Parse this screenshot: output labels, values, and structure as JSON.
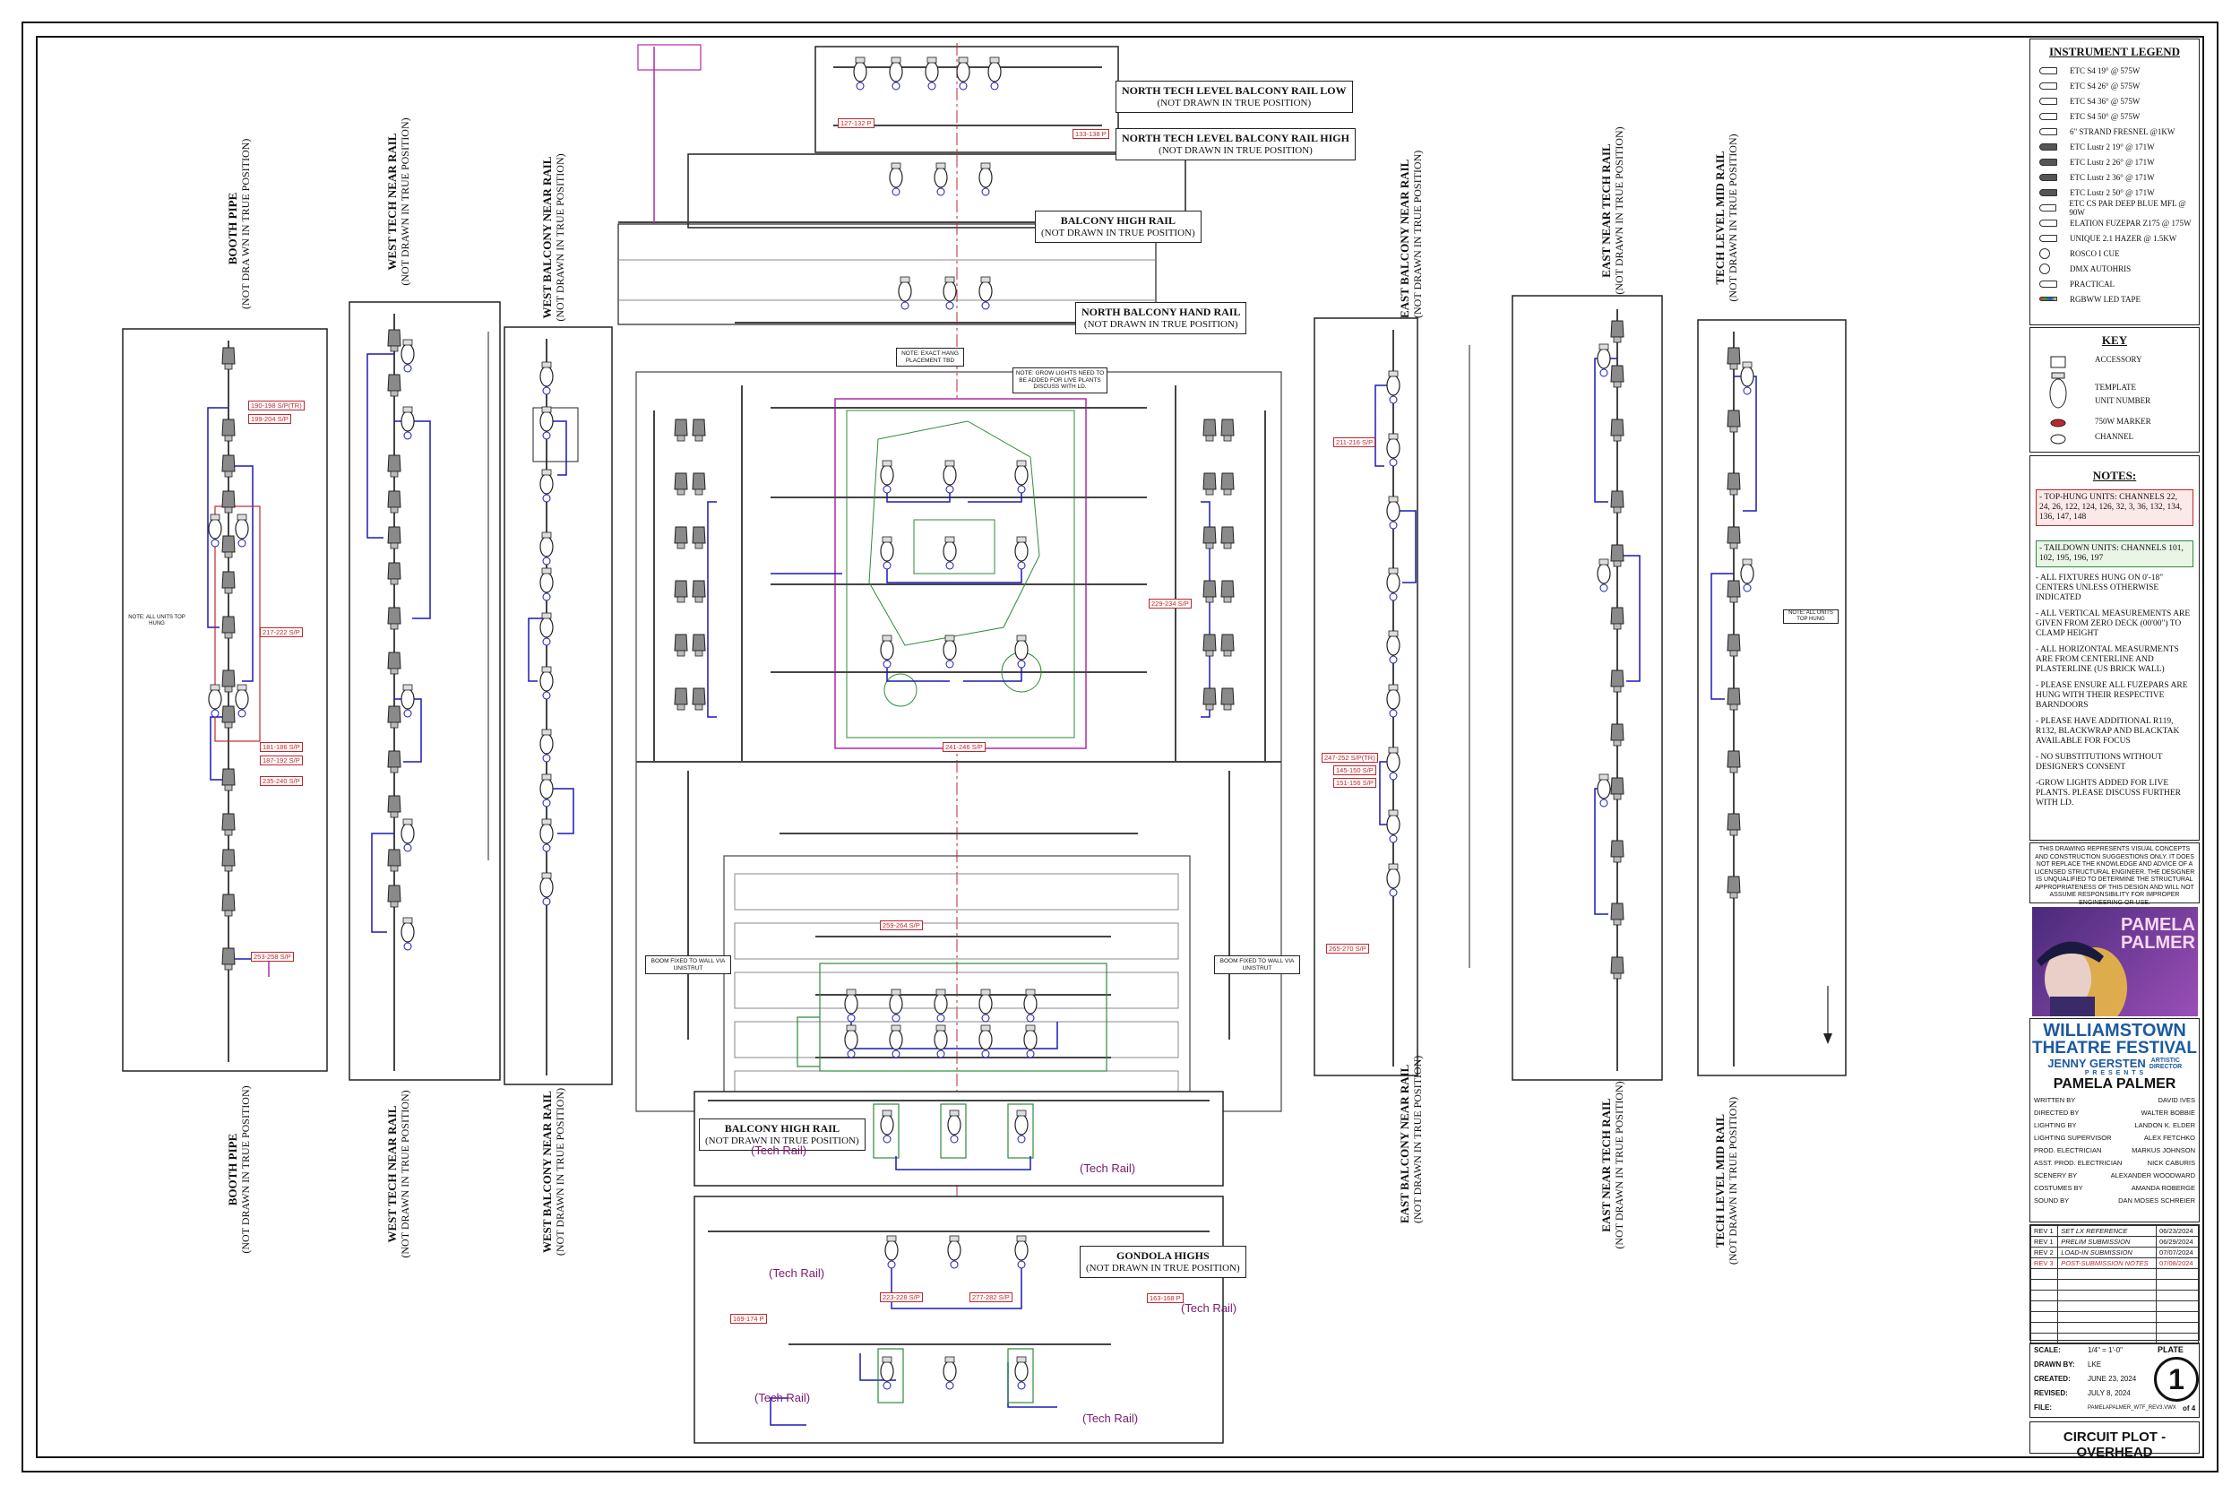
{
  "pipe_labels": {
    "booth_pipe": {
      "title": "BOOTH PIPE",
      "sub_top": "(NOT DRA WN IN TRUE POSITION)",
      "sub_bottom": "(NOT DRAWN IN TRUE POSITION)"
    },
    "west_tech_near": {
      "title": "WEST TECH NEAR RAIL",
      "sub": "(NOT DRAWN IN TRUE POSITION)"
    },
    "west_balcony_near": {
      "title": "WEST BALCONY NEAR RAIL",
      "sub": "(NOT DRAWN IN TRUE POSITION)"
    },
    "east_balcony_near": {
      "title": "EAST BALCONY NEAR RAIL",
      "sub": "(NOT DRAWN IN TRUE POSITION)"
    },
    "east_near_tech": {
      "title": "EAST NEAR TECH RAIL",
      "sub": "(NOT DRAWN IN TRUE POSITION)"
    },
    "tech_level_mid": {
      "title": "TECH LEVEL MID RAIL",
      "sub": "(NOT DRAWN IN TRUE POSITION)"
    }
  },
  "center_labels": {
    "ntl_low": {
      "title": "NORTH TECH LEVEL BALCONY RAIL LOW",
      "sub": "(NOT DRAWN IN TRUE POSITION)"
    },
    "ntl_high": {
      "title": "NORTH TECH LEVEL BALCONY RAIL HIGH",
      "sub": "(NOT DRAWN IN TRUE POSITION)"
    },
    "balcony_high_top": {
      "title": "BALCONY HIGH RAIL",
      "sub": "(NOT DRAWN IN TRUE POSITION)"
    },
    "north_hand": {
      "title": "NORTH BALCONY HAND RAIL",
      "sub": "(NOT DRAWN IN TRUE POSITION)"
    },
    "balcony_high_bottom": {
      "title": "BALCONY HIGH RAIL",
      "sub": "(NOT DRAWN IN TRUE POSITION)"
    },
    "gondola": {
      "title": "GONDOLA HIGHS",
      "sub": "(NOT DRAWN IN TRUE POSITION)"
    }
  },
  "tech_rail_text": "(Tech Rail)",
  "legend": {
    "title": "INSTRUMENT LEGEND",
    "items": [
      "ETC S4 19° @ 575W",
      "ETC S4 26° @ 575W",
      "ETC S4 36° @ 575W",
      "ETC S4 50° @ 575W",
      "6\" STRAND FRESNEL @1KW",
      "ETC Lustr 2 19° @ 171W",
      "ETC Lustr 2 26° @ 171W",
      "ETC Lustr 2 36° @ 171W",
      "ETC Lustr 2 50° @ 171W",
      "ETC CS PAR DEEP BLUE MFL @ 90W",
      "ELATION FUZEPAR Z175 @ 175W",
      "UNIQUE 2.1 HAZER @ 1.5KW",
      "ROSCO I CUE",
      "DMX AUTOHRIS",
      "PRACTICAL",
      "RGBWW LED TAPE"
    ]
  },
  "key": {
    "title": "KEY",
    "items": [
      "ACCESSORY",
      "TEMPLATE",
      "UNIT NUMBER",
      "750W MARKER",
      "CHANNEL"
    ]
  },
  "notes": {
    "title": "NOTES:",
    "top_hung": "- TOP-HUNG UNITS: CHANNELS 22, 24, 26, 122, 124, 126, 32, 3, 36, 132, 134, 136, 147, 148",
    "taildown": "- TAILDOWN UNITS: CHANNELS 101, 102, 195, 196, 197",
    "items": [
      "- ALL FIXTURES HUNG ON 0'-18\" CENTERS UNLESS OTHERWISE INDICATED",
      "- ALL VERTICAL MEASUREMENTS ARE GIVEN FROM ZERO DECK (00'00\") TO CLAMP HEIGHT",
      "- ALL HORIZONTAL MEASURMENTS ARE FROM CENTERLINE AND PLASTERLINE (US BRICK WALL)",
      "- PLEASE ENSURE ALL FUZEPARS ARE HUNG WITH THEIR RESPECTIVE BARNDOORS",
      "- PLEASE HAVE ADDITIONAL R119, R132, BLACKWRAP AND BLACKTAK AVAILABLE FOR FOCUS",
      "- NO SUBSTITUTIONS WITHOUT DESIGNER'S CONSENT",
      "-GROW LIGHTS ADDED FOR LIVE PLANTS. PLEASE DISCUSS FURTHER WITH LD."
    ]
  },
  "disclaimer": "THIS DRAWING REPRESENTS VISUAL CONCEPTS AND CONSTRUCTION SUGGESTIONS ONLY. IT DOES NOT REPLACE THE KNOWLEDGE AND ADVICE OF A LICENSED STRUCTURAL ENGINEER. THE DESIGNER IS UNQUALIFIED TO DETERMINE THE STRUCTURAL APPROPRIATENESS OF THIS DESIGN AND WILL NOT ASSUME RESPONSIBILITY FOR IMPROPER ENGINEERING OR USE.",
  "logo_title": "PAMELA PALMER",
  "festival": {
    "line1": "WILLIAMSTOWN",
    "line2": "THEATRE FESTIVAL",
    "director_name": "JENNY GERSTEN",
    "director_role": "ARTISTIC DIRECTOR",
    "presents": "P R E S E N T S",
    "show": "PAMELA PALMER"
  },
  "credits": [
    {
      "role": "WRITTEN BY",
      "name": "DAVID IVES"
    },
    {
      "role": "DIRECTED BY",
      "name": "WALTER BOBBIE"
    },
    {
      "role": "LIGHTING BY",
      "name": "LANDON K. ELDER"
    },
    {
      "role": "LIGHTING SUPERVISOR",
      "name": "ALEX FETCHKO"
    },
    {
      "role": "PROD. ELECTRICIAN",
      "name": "MARKUS JOHNSON"
    },
    {
      "role": "ASST. PROD. ELECTRICIAN",
      "name": "NICK CABURIS"
    },
    {
      "role": "SCENERY BY",
      "name": "ALEXANDER WOODWARD"
    },
    {
      "role": "COSTUMES BY",
      "name": "AMANDA ROBERGE"
    },
    {
      "role": "SOUND BY",
      "name": "DAN MOSES SCHREIER"
    }
  ],
  "revisions": [
    {
      "rev": "REV 1",
      "desc": "SET LX REFERENCE",
      "date": "06/23/2024"
    },
    {
      "rev": "REV 1",
      "desc": "PRELIM SUBMISSION",
      "date": "06/29/2024"
    },
    {
      "rev": "REV 2",
      "desc": "LOAD-IN SUBMISSION",
      "date": "07/07/2024"
    },
    {
      "rev": "REV 3",
      "desc": "POST-SUBMISSION NOTES",
      "date": "07/08/2024"
    }
  ],
  "meta": {
    "scale_label": "SCALE:",
    "scale": "1/4\" = 1'-0\"",
    "drawn_label": "DRAWN BY:",
    "drawn": "LKE",
    "created_label": "CREATED:",
    "created": "JUNE 23, 2024",
    "revised_label": "REVISED:",
    "revised": "JULY 8, 2024",
    "file_label": "FILE:",
    "file": "PAMELAPALMER_WTF_REV3.VWX",
    "plate_label": "PLATE",
    "plate": "1",
    "of": "of 4"
  },
  "drawing_title": "CIRCUIT PLOT - OVERHEAD",
  "circuit_labels": [
    "190-198 S/P(TR)",
    "199-204 S/P",
    "217-222 S/P",
    "181-186 S/P",
    "187-192 S/P",
    "235-240 S/P",
    "253-258 S/P",
    "211-216 S/P",
    "145-150 S/P",
    "151-156 S/P",
    "247-252 S/P(TR)",
    "265-270 S/P",
    "259-264 S/P",
    "241-246 S/P",
    "127-132 P",
    "133-138 P",
    "229-234 S/P",
    "223-228 S/P",
    "277-282 S/P",
    "163-168 P",
    "169-174 P"
  ],
  "misc_notes": {
    "grow": "NOTE: GROW LIGHTS NEED TO BE ADDED FOR LIVE PLANTS DISCUSS WITH LD.",
    "boom": "BOOM FIXED TO WALL VIA UNISTRUT",
    "exact_hang": "NOTE: EXACT HANG PLACEMENT TBD",
    "all_units_top": "NOTE: ALL UNITS TOP HUNG"
  },
  "colors": {
    "ink": "#111111",
    "blue": "#1a1ab8",
    "red": "#c0272d",
    "green": "#2e8b3a",
    "magenta": "#b02aa8",
    "grey": "#7a7a7a"
  }
}
